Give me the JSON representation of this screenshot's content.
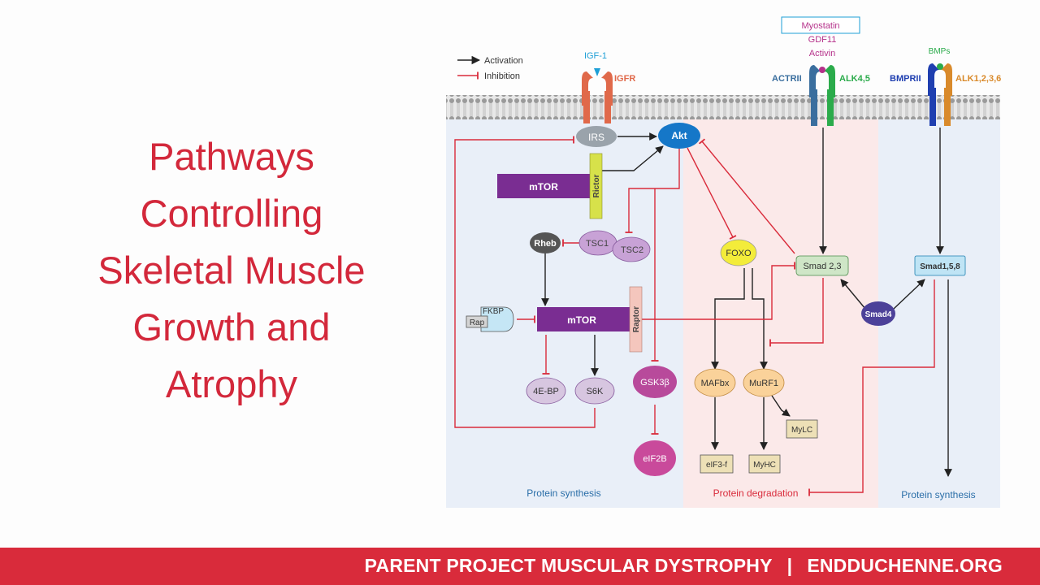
{
  "slide": {
    "title_lines": [
      "Pathways",
      "Controlling",
      "Skeletal Muscle",
      "Growth and",
      "Atrophy"
    ]
  },
  "legend": {
    "activation": "Activation",
    "inhibition": "Inhibition"
  },
  "receptors": {
    "igf1": "IGF-1",
    "igfr": "IGFR",
    "myostatin": "Myostatin",
    "gdf11": "GDF11",
    "activin": "Activin",
    "actrii": "ACTRII",
    "alk45": "ALK4,5",
    "bmps": "BMPs",
    "bmprii": "BMPRII",
    "alk1236": "ALK1,2,3,6"
  },
  "nodes": {
    "irs": "IRS",
    "akt": "Akt",
    "mtor_top": "mTOR",
    "rictor": "Rictor",
    "rheb": "Rheb",
    "tsc1": "TSC1",
    "tsc2": "TSC2",
    "fkbp": "FKBP",
    "rap": "Rap",
    "mtor_bottom": "mTOR",
    "raptor": "Raptor",
    "e4bp": "4E-BP",
    "s6k": "S6K",
    "gsk3b": "GSK3β",
    "eif2b": "eIF2B",
    "foxo": "FOXO",
    "mafbx": "MAFbx",
    "murf1": "MuRF1",
    "eif3f": "eIF3-f",
    "myhc": "MyHC",
    "mylc": "MyLC",
    "smad23": "Smad 2,3",
    "smad4": "Smad4",
    "smad158": "Smad1,5,8"
  },
  "regions": {
    "left": "Protein synthesis",
    "middle": "Protein degradation",
    "right": "Protein synthesis"
  },
  "footer": {
    "org": "PARENT PROJECT MUSCULAR DYSTROPHY",
    "separator": "|",
    "site": "ENDDUCHENNE.ORG"
  },
  "colors": {
    "title": "#d3283b",
    "footer": "#d92b3b",
    "akt": "#1577c8",
    "mtor": "#7a2d92",
    "rictor": "#d7e14a",
    "foxo": "#f3ec3a",
    "gsk3b": "#b84a9b",
    "smad4": "#4c4199",
    "smad23": "#cfe6c7",
    "smad158": "#bfe4f5",
    "activation": "#222222",
    "inhibition": "#d92b3b"
  }
}
